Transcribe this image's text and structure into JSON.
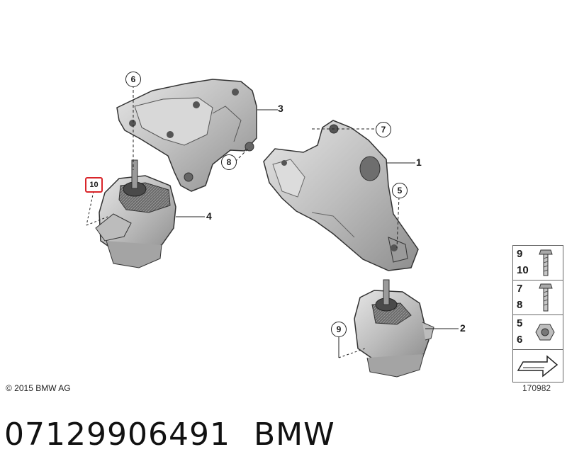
{
  "callouts": {
    "c1": "1",
    "c2": "2",
    "c3": "3",
    "c4": "4",
    "c5": "5",
    "c6": "6",
    "c7": "7",
    "c8": "8",
    "c9": "9",
    "c10": "10"
  },
  "legend": {
    "row1": [
      "9",
      "10"
    ],
    "row2": [
      "7",
      "8"
    ],
    "row3": [
      "5",
      "6"
    ]
  },
  "copyright": "© 2015 BMW AG",
  "diagram_number": "170982",
  "part_number": "07129906491",
  "brand": "BMW",
  "colors": {
    "highlight": "#d9252a",
    "part_fill": "#c9c9c9",
    "line": "#222222"
  }
}
